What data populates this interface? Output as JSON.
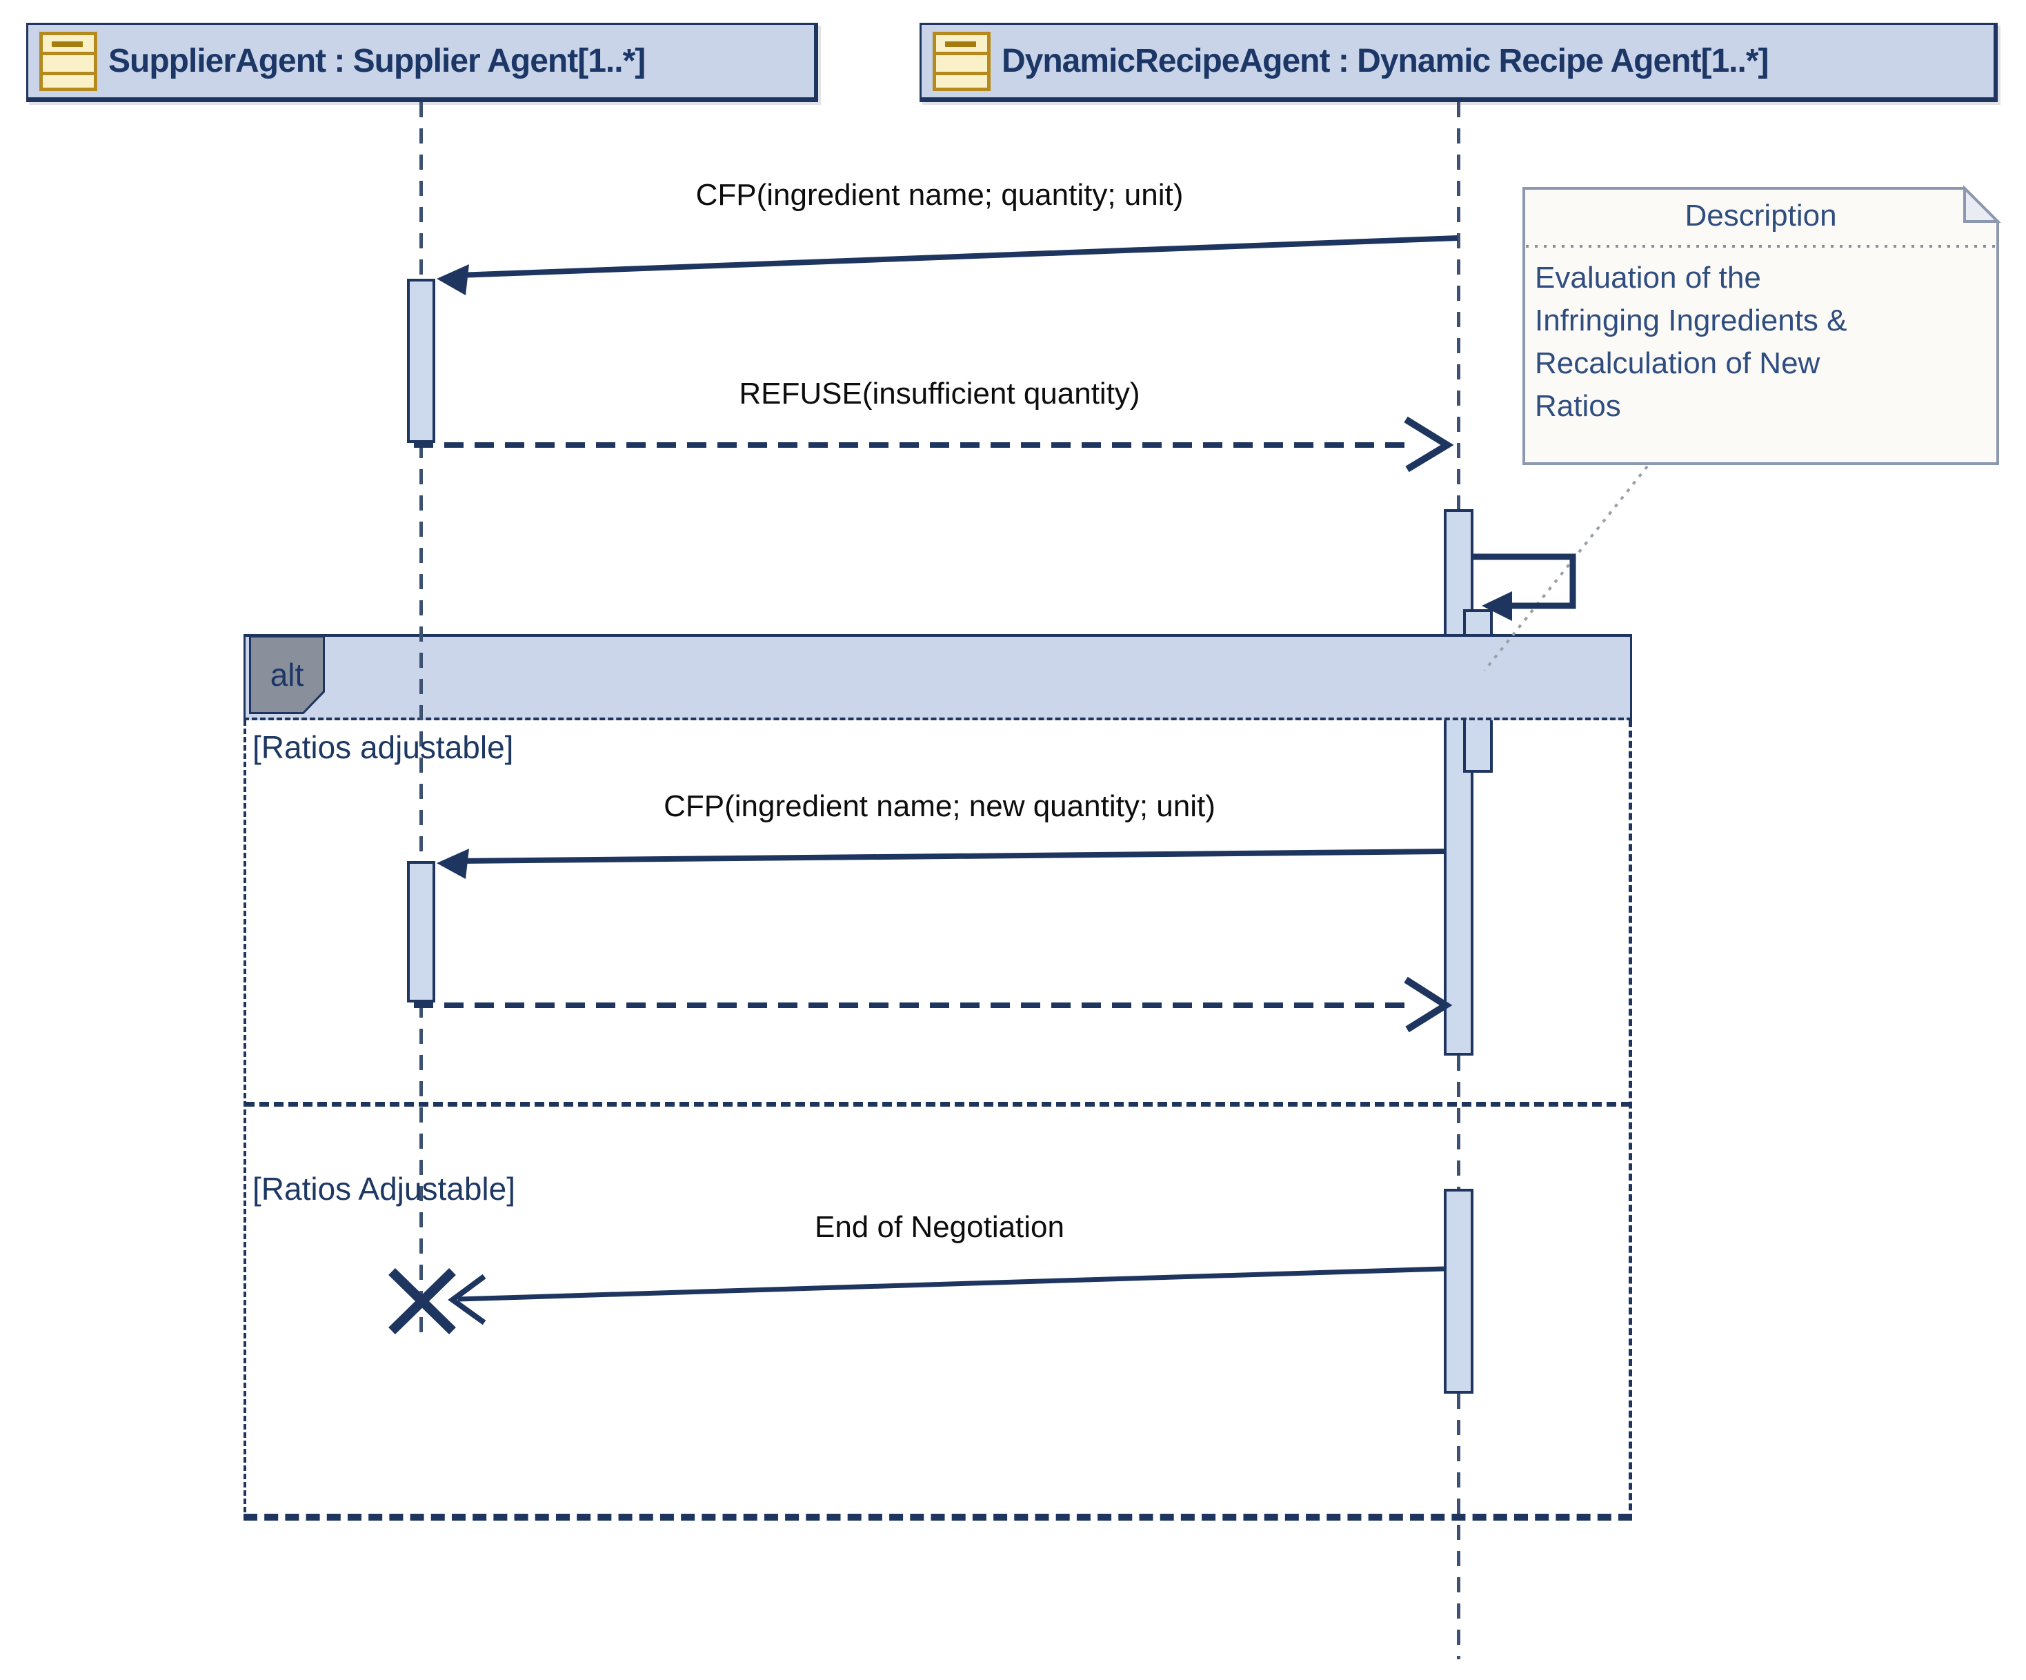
{
  "diagram_type": "uml-sequence-diagram",
  "colors": {
    "line_navy": "#1e355f",
    "activation_fill": "#cdd9ec",
    "fragment_band_fill": "#ccd6ea",
    "header_fill": "#c9d4e9",
    "pentagon_gray": "#8a909b",
    "header_text": "#1c3766",
    "message_text": "#0d0d0d",
    "note_text": "#2f4d7e",
    "note_border": "#8b98b0",
    "icon_fill": "#fbf1c8",
    "icon_border": "#b5891c"
  },
  "lifelines": [
    {
      "label": "SupplierAgent : Supplier Agent[1..*]",
      "icon": "class-object-icon"
    },
    {
      "label": "DynamicRecipeAgent : Dynamic Recipe Agent[1..*]",
      "icon": "class-object-icon"
    }
  ],
  "messages": {
    "cfp1": "CFP(ingredient name; quantity; unit)",
    "refuse": "REFUSE(insufficient quantity)",
    "cfp2": "CFP(ingredient name; new quantity; unit)",
    "end": "End of Negotiation"
  },
  "fragment": {
    "operator": "alt",
    "guard1": "[Ratios adjustable]",
    "guard2": "[Ratios Adjustable]"
  },
  "note": {
    "title": "Description",
    "lines": [
      "Evaluation of the",
      "Infringing Ingredients &",
      "Recalculation of New",
      "Ratios"
    ]
  }
}
